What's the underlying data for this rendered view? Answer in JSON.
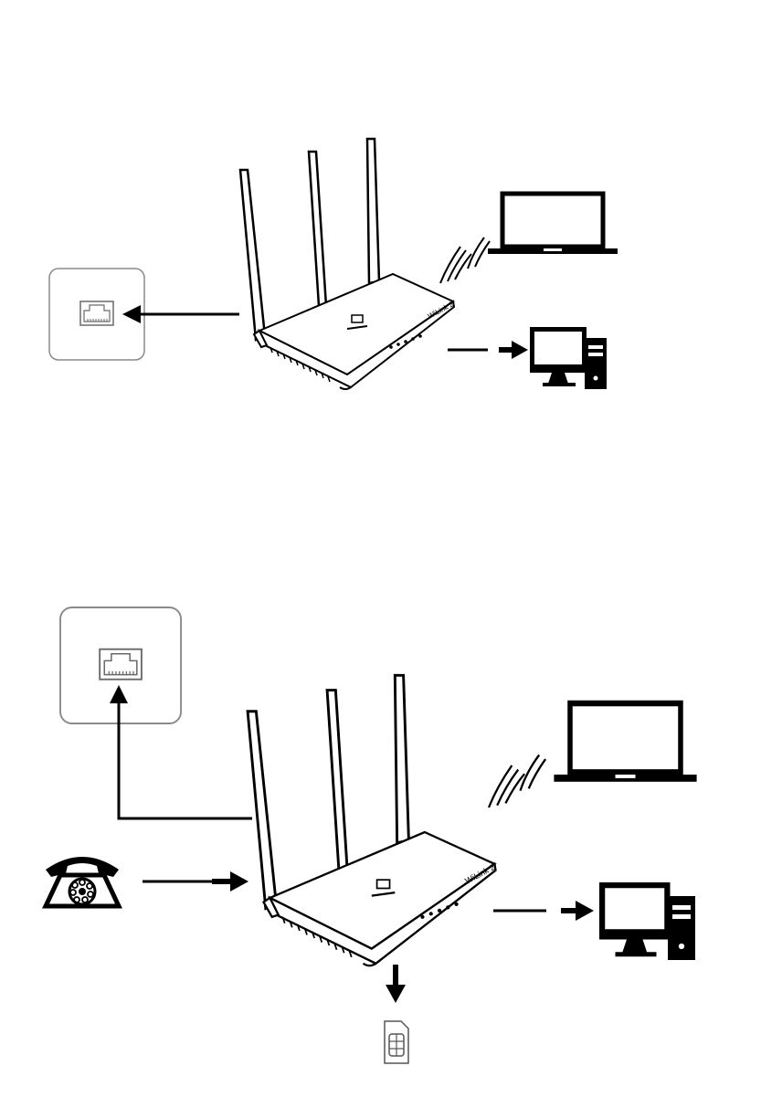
{
  "diagrams": [
    {
      "router_model_label": "WiLink 2",
      "devices": [
        "wall-ethernet-socket",
        "router",
        "laptop",
        "desktop-computer"
      ]
    },
    {
      "router_model_label": "WiLink 2",
      "devices": [
        "wall-ethernet-socket",
        "router",
        "laptop",
        "desktop-computer",
        "telephone",
        "sim-card"
      ]
    }
  ],
  "icons": {
    "wall_socket": "ethernet-port-icon",
    "laptop": "laptop-icon",
    "desktop": "desktop-computer-icon",
    "telephone": "rotary-telephone-icon",
    "sim": "sim-card-icon",
    "wifi": "wifi-signal-icon"
  },
  "colors": {
    "line": "#000000",
    "socket_border": "#8a8a8a"
  }
}
